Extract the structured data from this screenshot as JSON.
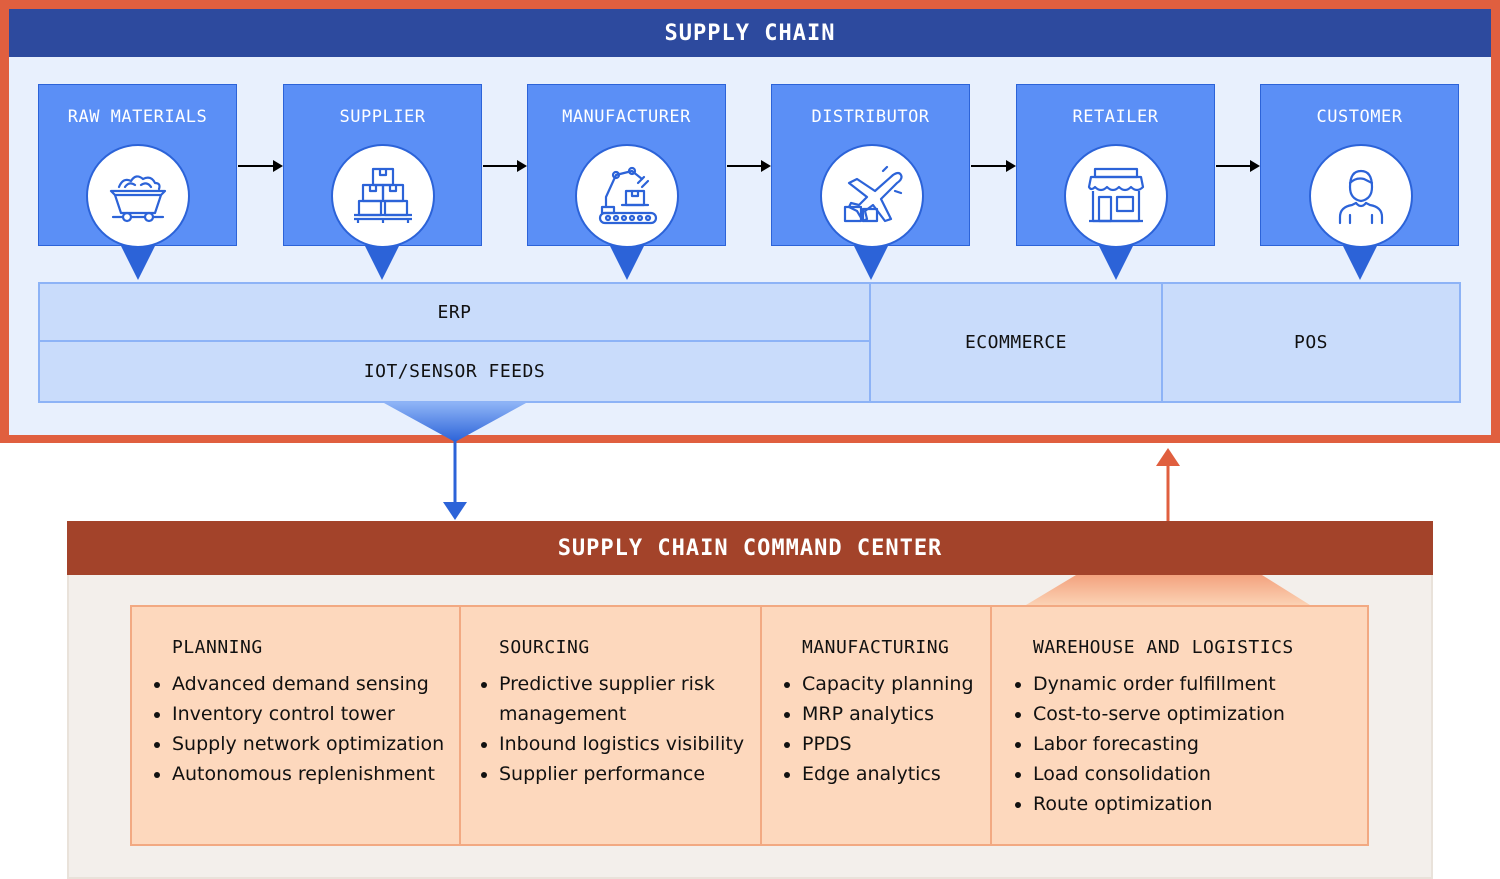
{
  "supply_chain": {
    "title": "SUPPLY CHAIN",
    "stages": [
      {
        "label": "RAW MATERIALS",
        "icon": "ore-cart-icon"
      },
      {
        "label": "SUPPLIER",
        "icon": "boxes-on-pallet-icon"
      },
      {
        "label": "MANUFACTURER",
        "icon": "robotic-arm-icon"
      },
      {
        "label": "DISTRIBUTOR",
        "icon": "airplane-boxes-icon"
      },
      {
        "label": "RETAILER",
        "icon": "storefront-icon"
      },
      {
        "label": "CUSTOMER",
        "icon": "person-icon"
      }
    ],
    "systems": {
      "erp": "ERP",
      "iot": "IOT/SENSOR FEEDS",
      "ecommerce": "ECOMMERCE",
      "pos": "POS"
    }
  },
  "command_center": {
    "title": "SUPPLY CHAIN COMMAND CENTER",
    "capabilities": [
      {
        "title": "PLANNING",
        "items": [
          "Advanced demand sensing",
          "Inventory control tower",
          "Supply network optimization",
          "Autonomous replenishment"
        ]
      },
      {
        "title": "SOURCING",
        "items": [
          "Predictive supplier risk management",
          "Inbound logistics visibility",
          "Supplier performance"
        ]
      },
      {
        "title": "MANUFACTURING",
        "items": [
          "Capacity planning",
          "MRP analytics",
          "PPDS",
          "Edge analytics"
        ]
      },
      {
        "title": "WAREHOUSE AND LOGISTICS",
        "items": [
          "Dynamic order fulfillment",
          "Cost-to-serve optimization",
          "Labor forecasting",
          "Load consolidation",
          "Route optimization"
        ]
      }
    ]
  },
  "colors": {
    "supply_chain_header": "#2d4a9e",
    "supply_chain_border": "#e05f3f",
    "stage_fill": "#5b8ff6",
    "system_fill": "#c9dcfb",
    "command_center_header": "#a3432a",
    "capability_fill": "#fdd8bd",
    "down_arrow": "#2c63d8",
    "up_arrow": "#e05f3f"
  }
}
